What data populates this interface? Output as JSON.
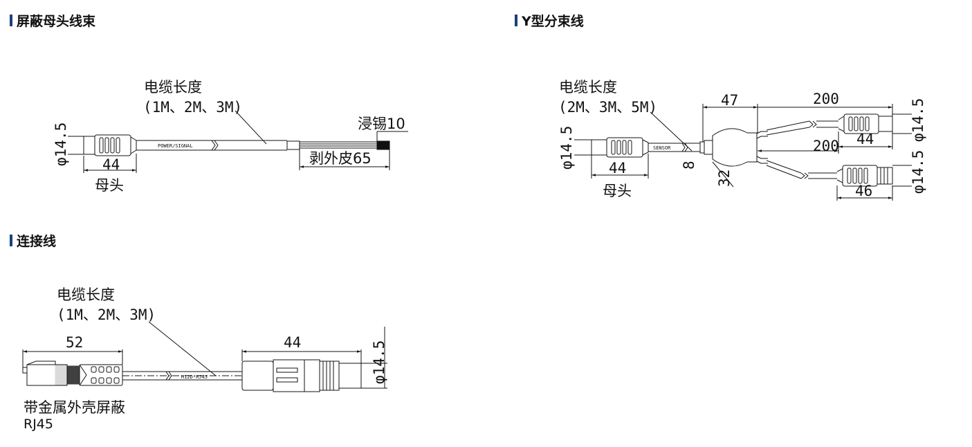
{
  "sections": {
    "shielded": {
      "title": "屏蔽母头线束"
    },
    "y_split": {
      "title": "Y型分束线"
    },
    "connection": {
      "title": "连接线"
    }
  },
  "shielded_diagram": {
    "cable_length_label": "电缆长度",
    "cable_length_options": "(1M、2M、3M)",
    "tinning_label": "浸锡10",
    "strip_label": "剥外皮65",
    "diameter_label": "φ14.5",
    "length_label": "44",
    "connector_label": "母头",
    "cable_print": "POWER/SIGNAL"
  },
  "y_diagram": {
    "cable_length_label": "电缆长度",
    "cable_length_options": "(2M、3M、5M)",
    "dim_47": "47",
    "dim_200_top": "200",
    "dim_200_mid": "200",
    "dim_44_right": "44",
    "dim_46": "46",
    "dim_32": "32",
    "dim_8": "8",
    "dim_phi_left": "φ14.5",
    "dim_phi_right_top": "φ14.5",
    "dim_phi_right_bottom": "φ14.5",
    "dim_44_left": "44",
    "connector_label": "母头",
    "cable_print": "SENSOR"
  },
  "conn_diagram": {
    "cable_length_label": "电缆长度",
    "cable_length_options": "(1M、2M、3M)",
    "dim_52": "52",
    "dim_44": "44",
    "dim_phi": "φ14.5",
    "cable_print": "M12D-RJ45",
    "plug_label": "带金属外壳屏蔽",
    "plug_type": "RJ45"
  }
}
